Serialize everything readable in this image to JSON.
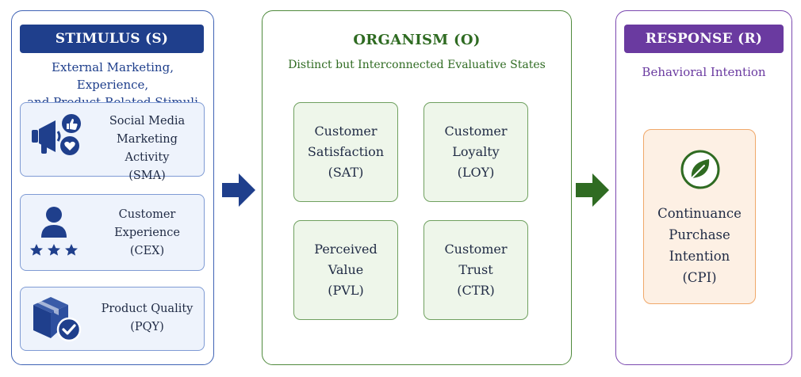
{
  "stimulus": {
    "header": "STIMULUS (S)",
    "subtitle_line1": "External Marketing, Experience,",
    "subtitle_line2": "and Product-Related Stimuli",
    "items": [
      {
        "line1": "Social Media",
        "line2": "Marketing Activity",
        "line3": "(SMA)",
        "icon": "megaphone-icon"
      },
      {
        "line1": "Customer",
        "line2": "Experience",
        "line3": "(CEX)",
        "icon": "user-rating-icon"
      },
      {
        "line1": "Product Quality",
        "line2": "(PQY)",
        "icon": "box-check-icon"
      }
    ]
  },
  "organism": {
    "header": "ORGANISM (O)",
    "subtitle": "Distinct but Interconnected Evaluative States",
    "items": [
      {
        "line1": "Customer",
        "line2": "Satisfaction",
        "line3": "(SAT)"
      },
      {
        "line1": "Customer",
        "line2": "Loyalty",
        "line3": "(LOY)"
      },
      {
        "line1": "Perceived",
        "line2": "Value",
        "line3": "(PVL)"
      },
      {
        "line1": "Customer",
        "line2": "Trust",
        "line3": "(CTR)"
      }
    ]
  },
  "response": {
    "header": "RESPONSE (R)",
    "subtitle": "Behavioral Intention",
    "item": {
      "line1": "Continuance",
      "line2": "Purchase",
      "line3": "Intention",
      "line4": "(CPI)",
      "icon": "leaf-icon"
    }
  },
  "colors": {
    "stimulus": "#1f3f8c",
    "organism": "#2f6b22",
    "response": "#6a3aa0",
    "response_card": "#f0a86a"
  }
}
